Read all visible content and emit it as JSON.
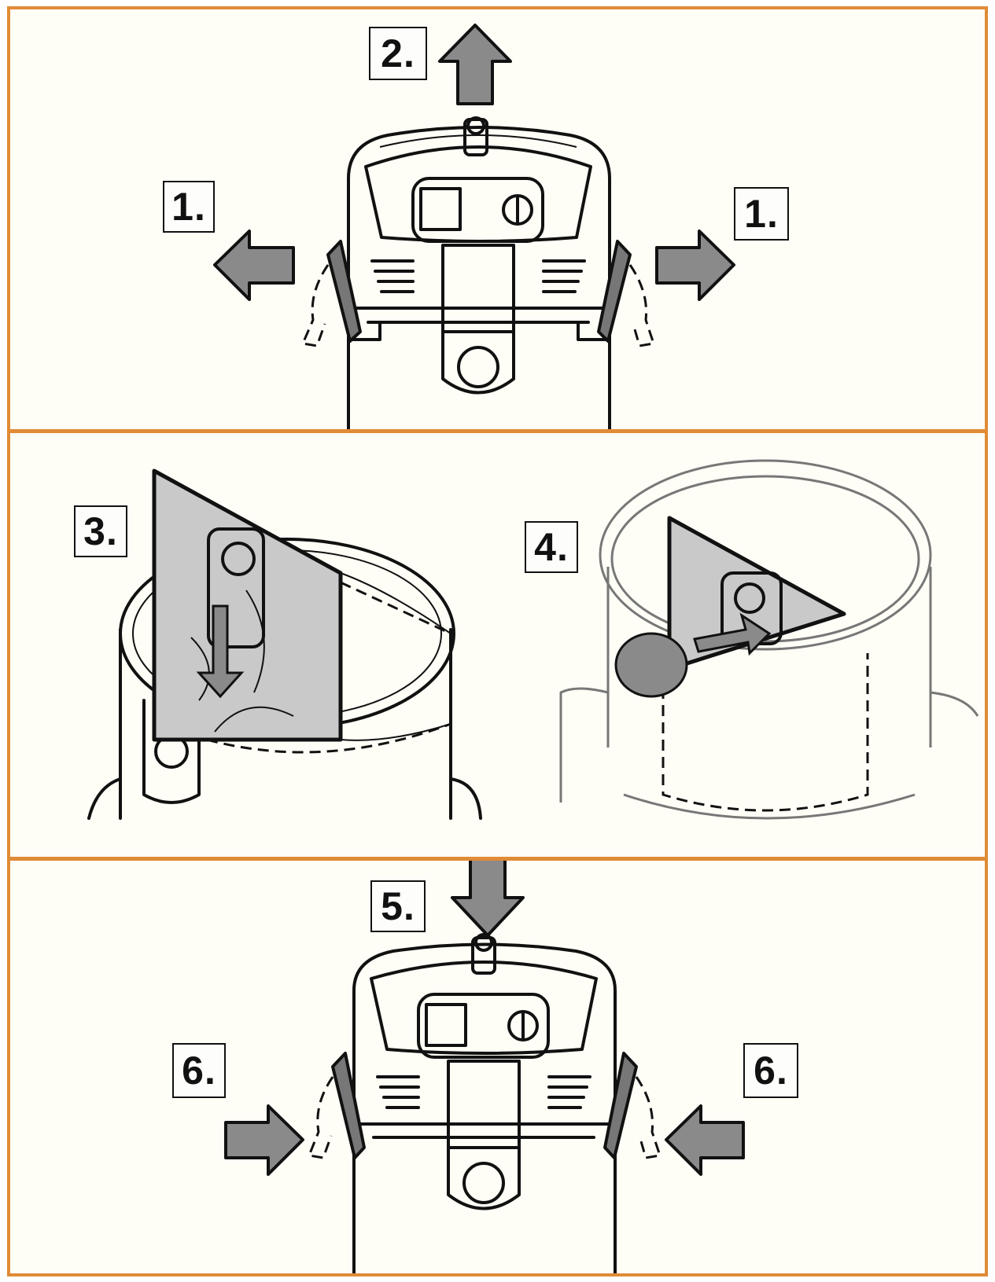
{
  "panels": [
    {
      "id": "panel-1",
      "labels": [
        {
          "id": "step-2-top",
          "text": "2."
        },
        {
          "id": "step-1-left",
          "text": "1."
        },
        {
          "id": "step-1-right",
          "text": "1."
        }
      ]
    },
    {
      "id": "panel-2",
      "labels": [
        {
          "id": "step-3",
          "text": "3."
        },
        {
          "id": "step-4",
          "text": "4."
        }
      ]
    },
    {
      "id": "panel-3",
      "labels": [
        {
          "id": "step-5",
          "text": "5."
        },
        {
          "id": "step-6-left",
          "text": "6."
        },
        {
          "id": "step-6-right",
          "text": "6."
        }
      ]
    }
  ],
  "colors": {
    "frame": "#e08b36",
    "arrow": "#8a8a8a",
    "background": "#fefdf6",
    "ink": "#111111"
  },
  "icons": [
    "arrow-up-icon",
    "arrow-down-icon",
    "arrow-left-icon",
    "arrow-right-icon",
    "filter-bag-icon",
    "vacuum-head-icon",
    "vacuum-container-icon"
  ]
}
